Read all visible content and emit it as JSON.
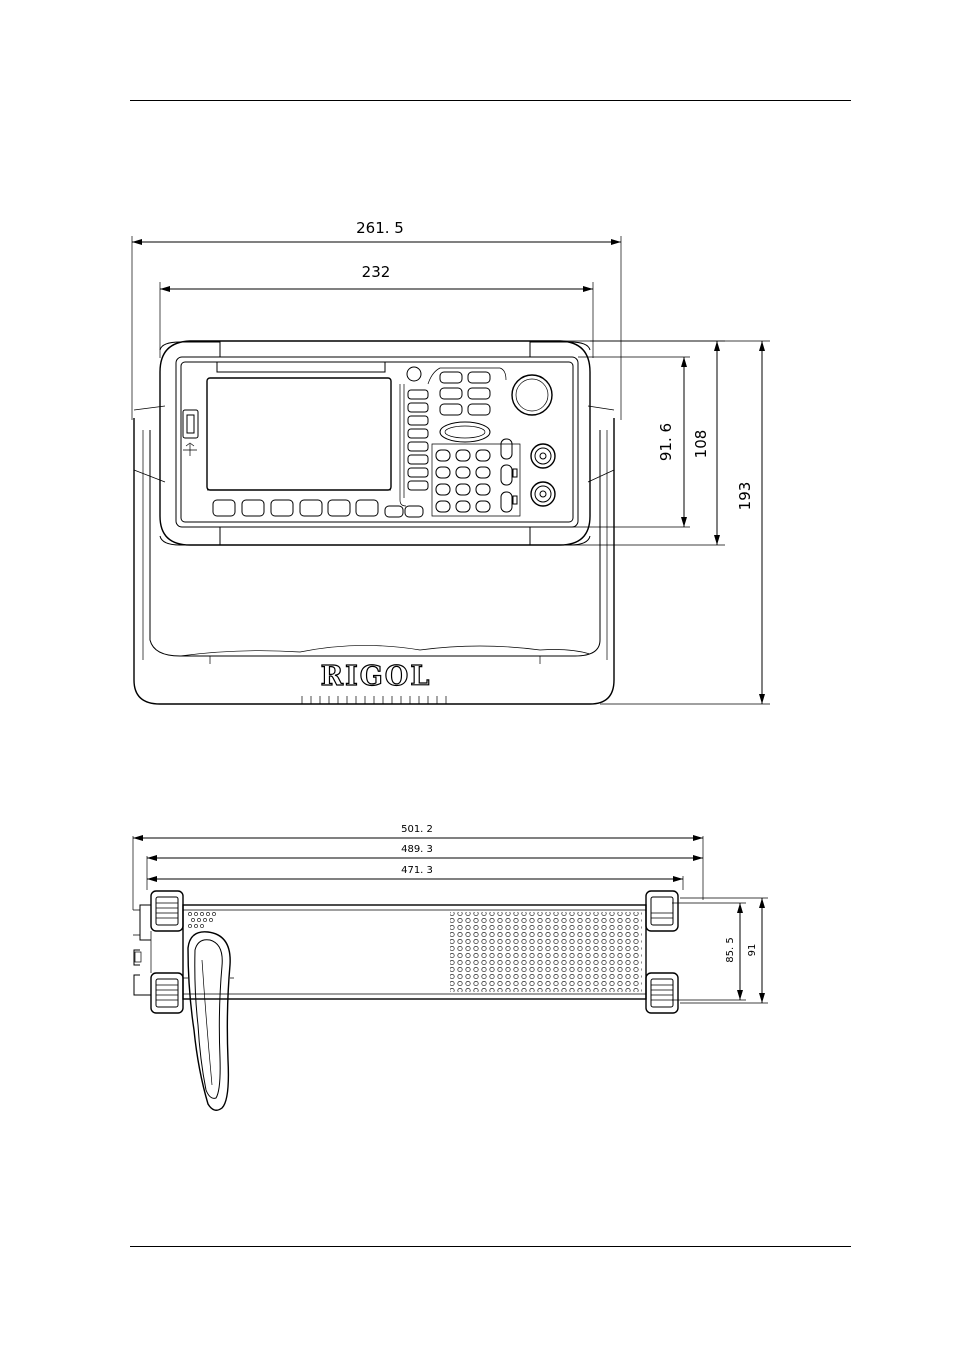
{
  "front_view": {
    "dimensions": {
      "overall_width": "261. 5",
      "body_width": "232",
      "front_panel_height": "91. 6",
      "body_height": "108",
      "overall_height": "193"
    },
    "brand_logo": "RIGOL"
  },
  "side_view": {
    "dimensions": {
      "overall_depth": "501. 2",
      "depth_with_handle": "489. 3",
      "body_depth": "471. 3",
      "case_height": "85. 5",
      "overall_height": "91"
    }
  },
  "icons": [
    "usb-icon"
  ]
}
